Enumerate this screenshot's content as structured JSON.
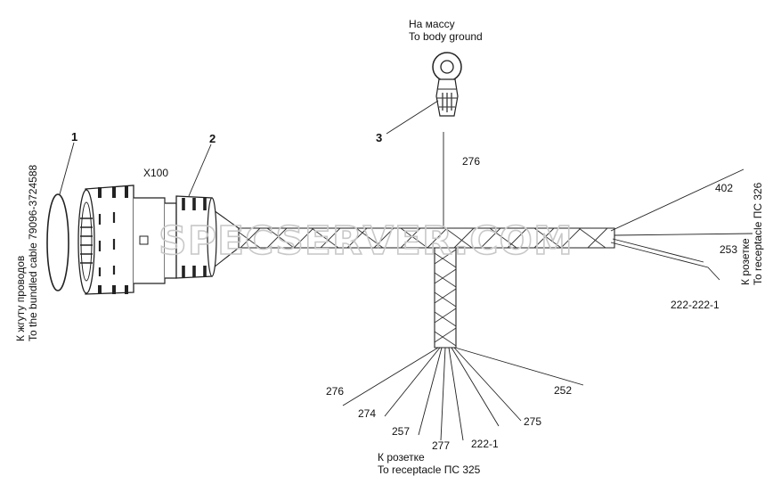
{
  "ground": {
    "line_ru": "На массу",
    "line_en": "To body ground"
  },
  "callouts": {
    "c1": "1",
    "c2": "2",
    "c3": "3"
  },
  "connector": {
    "name": "X100"
  },
  "left_note": {
    "line_ru": "К жгуту проводов",
    "line_en": "To the bundled cable 79096-3724588"
  },
  "right_note": {
    "line_ru": "К розетке",
    "line_en": "To receptacle ПС 326"
  },
  "bottom_note": {
    "line_ru": "К розетке",
    "line_en": "To receptacle ПС 325"
  },
  "wires": {
    "top": "276",
    "right": [
      "402",
      "253",
      "222-222-1"
    ],
    "bottom": [
      "276",
      "274",
      "257",
      "277",
      "222-1",
      "275",
      "252"
    ]
  },
  "watermark": "SPECSERVER.COM"
}
